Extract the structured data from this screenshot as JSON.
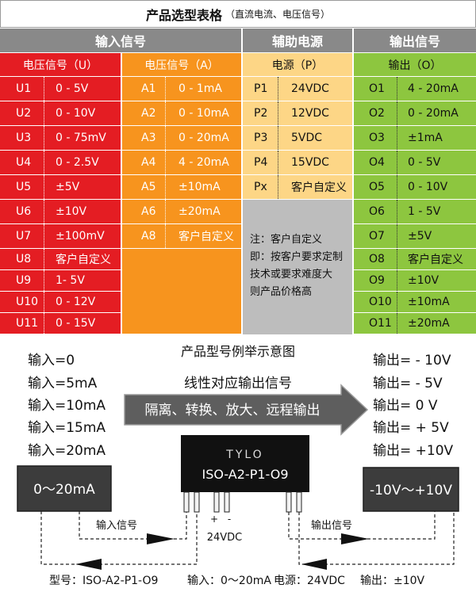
{
  "table": {
    "title": "产品选型表格",
    "title_note": "（直流电流、电压信号）",
    "group_headers": {
      "input": "输入信号",
      "power": "辅助电源",
      "output": "输出信号"
    },
    "col_u": {
      "header": "电压信号（U）",
      "rows": [
        {
          "code": "U1",
          "value": "0 - 5V"
        },
        {
          "code": "U2",
          "value": "0 - 10V"
        },
        {
          "code": "U3",
          "value": "0 - 75mV"
        },
        {
          "code": "U4",
          "value": "0 - 2.5V"
        },
        {
          "code": "U5",
          "value": "±5V"
        },
        {
          "code": "U6",
          "value": "±10V"
        },
        {
          "code": "U7",
          "value": "±100mV"
        },
        {
          "code": "U8",
          "value": "客户自定义"
        },
        {
          "code": "U9",
          "value": "1- 5V"
        },
        {
          "code": "U10",
          "value": "0 - 12V"
        },
        {
          "code": "U11",
          "value": "0 - 15V"
        }
      ]
    },
    "col_a": {
      "header": "电压信号（A）",
      "rows": [
        {
          "code": "A1",
          "value": "0 - 1mA"
        },
        {
          "code": "A2",
          "value": "0 - 10mA"
        },
        {
          "code": "A3",
          "value": "0 - 20mA"
        },
        {
          "code": "A4",
          "value": "4 - 20mA"
        },
        {
          "code": "A5",
          "value": "±10mA"
        },
        {
          "code": "A6",
          "value": "±20mA"
        },
        {
          "code": "A8",
          "value": "客户自定义"
        }
      ]
    },
    "col_p": {
      "header": "电源（P）",
      "rows": [
        {
          "code": "P1",
          "value": "24VDC"
        },
        {
          "code": "P2",
          "value": "12VDC"
        },
        {
          "code": "P3",
          "value": "5VDC"
        },
        {
          "code": "P4",
          "value": "15VDC"
        },
        {
          "code": "Px",
          "value": "客户自定义"
        }
      ]
    },
    "note": [
      "注：客户自定义",
      "即：按客户要求定制",
      "技术或要求难度大",
      "则产品价格高"
    ],
    "col_o": {
      "header": "输出（O）",
      "rows": [
        {
          "code": "O1",
          "value": "4 - 20mA"
        },
        {
          "code": "O2",
          "value": "0 - 20mA"
        },
        {
          "code": "O3",
          "value": "±1mA"
        },
        {
          "code": "O4",
          "value": "0 - 5V"
        },
        {
          "code": "O5",
          "value": "0 - 10V"
        },
        {
          "code": "O6",
          "value": "1 - 5V"
        },
        {
          "code": "O7",
          "value": "±5V"
        },
        {
          "code": "O8",
          "value": "客户自定义"
        },
        {
          "code": "O9",
          "value": "±10V"
        },
        {
          "code": "O10",
          "value": "±10mA"
        },
        {
          "code": "O11",
          "value": "±20mA"
        }
      ]
    }
  },
  "diagram": {
    "title": "产品型号例举示意图",
    "subtitle": "线性对应输出信号",
    "inputs": [
      "输入=0",
      "输入=5mA",
      "输入=10mA",
      "输入=15mA",
      "输入=20mA"
    ],
    "outputs": [
      "输出= - 10V",
      "输出= - 5V",
      "输出= 0 V",
      "输出= + 5V",
      "输出= +10V"
    ],
    "arrow_label": "隔离、转换、放大、远程输出",
    "input_box": "0～20mA",
    "output_box": "-10V～+10V",
    "module_brand": "TYLO",
    "module_model": "ISO-A2-P1-O9",
    "input_signal_label": "输入信号",
    "output_signal_label": "输出信号",
    "power_plus": "+",
    "power_minus": "-",
    "power_label": "24VDC",
    "summary": {
      "model": "型号：ISO-A2-P1-O9",
      "input": "输入：0～20mA",
      "power": "电源：24VDC",
      "output": "输出：±10V"
    }
  },
  "colors": {
    "red": "#e41d23",
    "orange": "#f7941e",
    "yellow": "#fdd686",
    "green": "#8dc63f",
    "header_gray": "#898989",
    "note_gray": "#bdbdbd"
  }
}
